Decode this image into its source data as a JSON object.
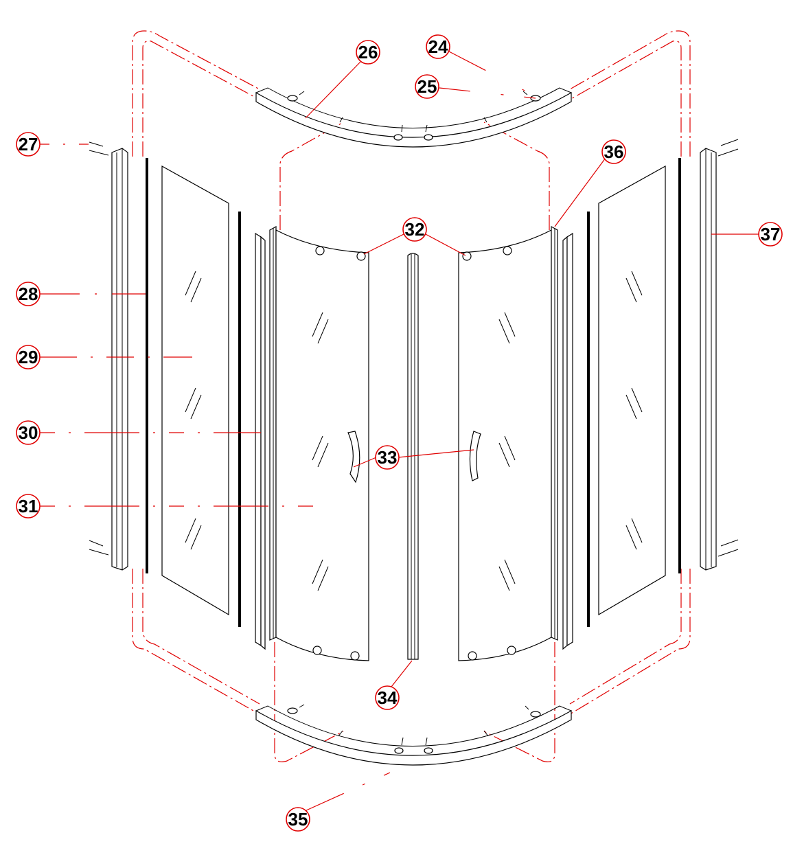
{
  "colors": {
    "callout": "#e00000",
    "line": "#000000",
    "background": "#ffffff"
  },
  "callouts": [
    {
      "id": "24",
      "label": "24"
    },
    {
      "id": "25",
      "label": "25"
    },
    {
      "id": "26",
      "label": "26"
    },
    {
      "id": "27",
      "label": "27"
    },
    {
      "id": "28",
      "label": "28"
    },
    {
      "id": "29",
      "label": "29"
    },
    {
      "id": "30",
      "label": "30"
    },
    {
      "id": "31",
      "label": "31"
    },
    {
      "id": "32",
      "label": "32"
    },
    {
      "id": "33",
      "label": "33"
    },
    {
      "id": "34",
      "label": "34"
    },
    {
      "id": "35",
      "label": "35"
    },
    {
      "id": "36",
      "label": "36"
    },
    {
      "id": "37",
      "label": "37"
    }
  ]
}
